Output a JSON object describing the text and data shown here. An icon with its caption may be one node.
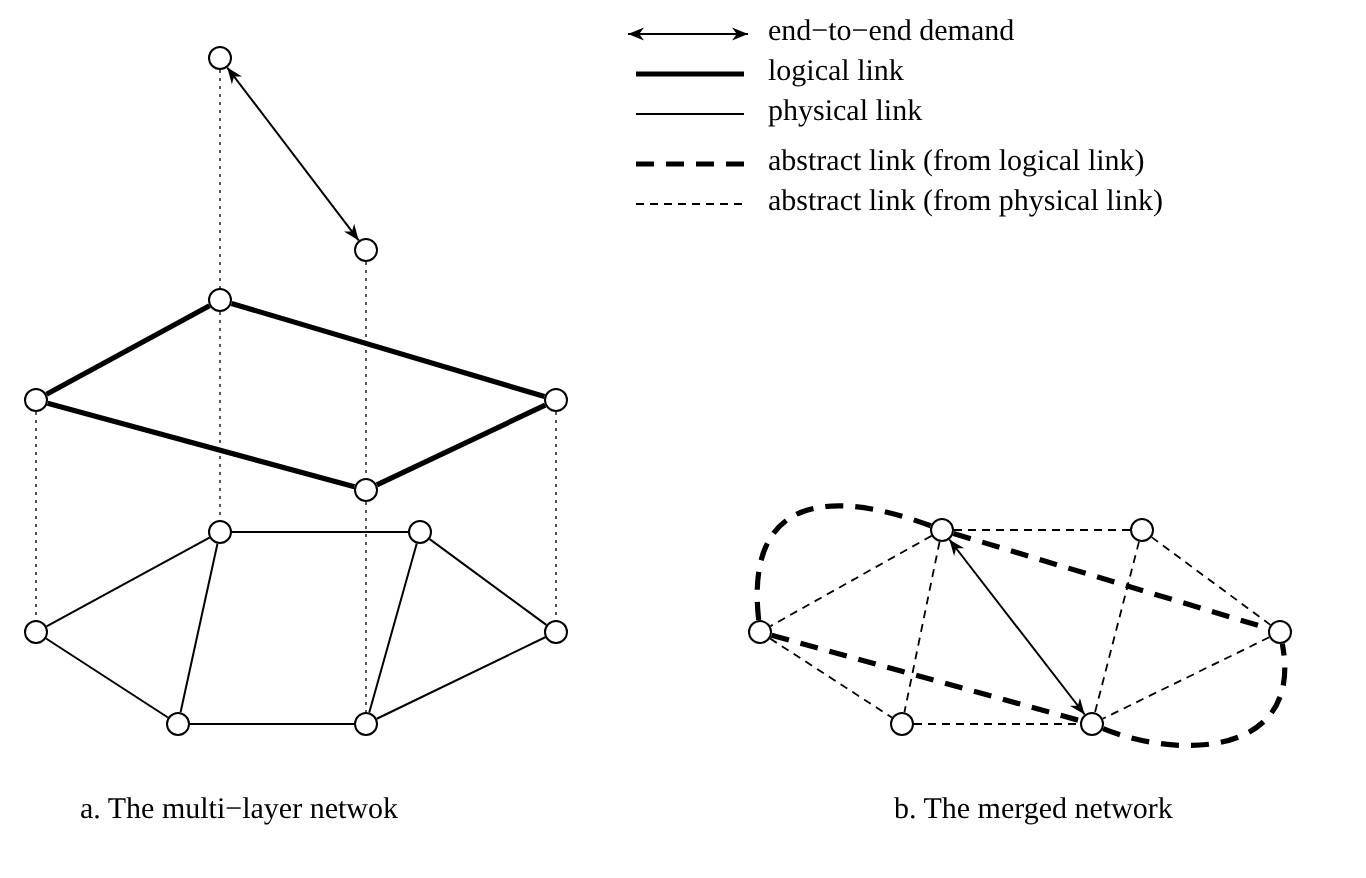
{
  "diagram": {
    "nodes": [
      {
        "text": [],
        "shape": "circle"
      },
      {
        "text": [],
        "shape": "circle"
      },
      {
        "text": [],
        "shape": "circle"
      },
      {
        "text": [],
        "shape": "circle"
      },
      {
        "text": [],
        "shape": "circle"
      },
      {
        "text": [],
        "shape": "circle"
      },
      {
        "text": [],
        "shape": "circle"
      },
      {
        "text": [],
        "shape": "circle"
      },
      {
        "text": [],
        "shape": "circle"
      },
      {
        "text": [],
        "shape": "circle"
      },
      {
        "text": [],
        "shape": "circle"
      },
      {
        "text": [],
        "shape": "circle"
      },
      {
        "text": [],
        "shape": "circle"
      },
      {
        "text": [],
        "shape": "circle"
      },
      {
        "text": [],
        "shape": "circle"
      },
      {
        "text": [],
        "shape": "circle"
      },
      {
        "text": [],
        "shape": "circle"
      },
      {
        "text": [],
        "shape": "circle"
      }
    ],
    "edges": [
      {
        "from": 0,
        "to": 1,
        "arrow": "both"
      },
      {
        "from": 0,
        "to": 2,
        "arrow": "none",
        "style": "dashed",
        "color": "#555555"
      },
      {
        "from": 2,
        "to": 6,
        "arrow": "none",
        "style": "dashed",
        "color": "#555555"
      },
      {
        "from": 1,
        "to": 5,
        "arrow": "none",
        "style": "dashed",
        "color": "#555555"
      },
      {
        "from": 5,
        "to": 11,
        "arrow": "none",
        "style": "dashed",
        "color": "#555555"
      },
      {
        "from": 3,
        "to": 8,
        "arrow": "none",
        "style": "dashed",
        "color": "#555555"
      },
      {
        "from": 4,
        "to": 9,
        "arrow": "none",
        "style": "dashed",
        "color": "#555555"
      },
      {
        "from": 2,
        "to": 3,
        "arrow": "none",
        "style": "thick"
      },
      {
        "from": 2,
        "to": 4,
        "arrow": "none",
        "style": "thick"
      },
      {
        "from": 3,
        "to": 5,
        "arrow": "none",
        "style": "thick"
      },
      {
        "from": 4,
        "to": 5,
        "arrow": "none",
        "style": "thick"
      },
      {
        "from": 6,
        "to": 7,
        "arrow": "none"
      },
      {
        "from": 6,
        "to": 8,
        "arrow": "none"
      },
      {
        "from": 6,
        "to": 10,
        "arrow": "none"
      },
      {
        "from": 8,
        "to": 10,
        "arrow": "none"
      },
      {
        "from": 10,
        "to": 11,
        "arrow": "none"
      },
      {
        "from": 7,
        "to": 11,
        "arrow": "none"
      },
      {
        "from": 7,
        "to": 9,
        "arrow": "none"
      },
      {
        "from": 9,
        "to": 11,
        "arrow": "none"
      },
      {
        "from": 12,
        "to": 13,
        "arrow": "none",
        "style": "dashed"
      },
      {
        "from": 12,
        "to": 14,
        "arrow": "none",
        "style": "dashed"
      },
      {
        "from": 12,
        "to": 16,
        "arrow": "none",
        "style": "dashed"
      },
      {
        "from": 14,
        "to": 16,
        "arrow": "none",
        "style": "dashed"
      },
      {
        "from": 16,
        "to": 17,
        "arrow": "none",
        "style": "dashed"
      },
      {
        "from": 13,
        "to": 17,
        "arrow": "none",
        "style": "dashed"
      },
      {
        "from": 13,
        "to": 15,
        "arrow": "none",
        "style": "dashed"
      },
      {
        "from": 15,
        "to": 17,
        "arrow": "none",
        "style": "dashed"
      },
      {
        "from": 12,
        "to": 14,
        "arrow": "none",
        "style": "dashed"
      },
      {
        "from": 14,
        "to": 17,
        "arrow": "none",
        "style": "dashed"
      },
      {
        "from": 12,
        "to": 15,
        "arrow": "none",
        "style": "dashed"
      },
      {
        "from": 17,
        "to": 15,
        "arrow": "none",
        "style": "dashed"
      },
      {
        "from": 12,
        "to": 17,
        "arrow": "both"
      }
    ],
    "labels": [
      "a. The multi−layer netwok",
      "b. The merged network"
    ],
    "legend": [
      {
        "text": "end−to−end demand"
      },
      {
        "text": "logical link"
      },
      {
        "text": "physical link"
      },
      {
        "text": "abstract link (from logical link)"
      },
      {
        "text": "abstract link (from physical link)"
      }
    ]
  }
}
